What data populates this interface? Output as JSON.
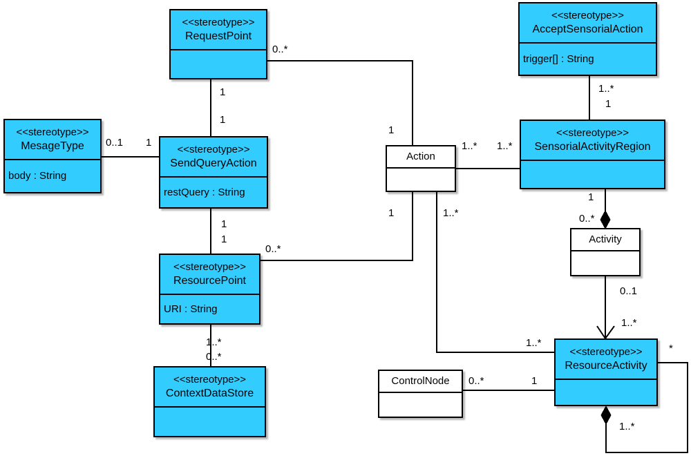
{
  "diagram": {
    "title": "UML class diagram",
    "accent_color": "#33ccff",
    "line_color": "#000000",
    "background": "#ffffff",
    "stereotype_marker": "<<stereotype>>"
  },
  "classes": [
    {
      "id": "request-point",
      "stereotype": "<<stereotype>>",
      "name": "RequestPoint",
      "attribute": "",
      "filled": true
    },
    {
      "id": "accept-sensorial-action",
      "stereotype": "<<stereotype>>",
      "name": "AcceptSensorialAction",
      "attribute": "trigger[] : String",
      "filled": true
    },
    {
      "id": "mesage-type",
      "stereotype": "<<stereotype>>",
      "name": "MesageType",
      "attribute": "body : String",
      "filled": true
    },
    {
      "id": "send-query-action",
      "stereotype": "<<stereotype>>",
      "name": "SendQueryAction",
      "attribute": "restQuery : String",
      "filled": true
    },
    {
      "id": "action",
      "stereotype": "",
      "name": "Action",
      "attribute": "",
      "filled": false
    },
    {
      "id": "sensorial-activity-region",
      "stereotype": "<<stereotype>>",
      "name": "SensorialActivityRegion",
      "attribute": "",
      "filled": true
    },
    {
      "id": "activity",
      "stereotype": "",
      "name": "Activity",
      "attribute": "",
      "filled": false
    },
    {
      "id": "resource-point",
      "stereotype": "<<stereotype>>",
      "name": "ResourcePoint",
      "attribute": "URI : String",
      "filled": true
    },
    {
      "id": "context-data-store",
      "stereotype": "<<stereotype>>",
      "name": "ContextDataStore",
      "attribute": "",
      "filled": true
    },
    {
      "id": "control-node",
      "stereotype": "",
      "name": "ControlNode",
      "attribute": "",
      "filled": false
    },
    {
      "id": "resource-activity",
      "stereotype": "<<stereotype>>",
      "name": "ResourceActivity",
      "attribute": "",
      "filled": true
    }
  ],
  "multiplicities": {
    "request_point_to_action": "0..*",
    "request_point_to_send_query_lower": "1",
    "send_query_to_request_point": "1",
    "mesage_type_end": "0..1",
    "send_query_left_end": "1",
    "send_query_to_resource_point": "1",
    "resource_point_upper": "1",
    "resource_point_to_action": "0..*",
    "action_top_left": "1",
    "action_to_region_left": "1..*",
    "action_to_region_right": "1..*",
    "action_bottom_left": "1",
    "action_bottom_right": "1..*",
    "accept_to_region_upper": "1..*",
    "accept_to_region_lower": "1",
    "region_to_activity_upper": "1",
    "region_to_activity_lower": "0..*",
    "activity_to_resource_activity_upper": "0..1",
    "activity_to_resource_activity_lower": "1..*",
    "action_to_resource_activity": "1..*",
    "resource_point_to_context_upper": "1..*",
    "resource_point_to_context_lower": "0..*",
    "control_node_end": "0..*",
    "resource_activity_control_end": "1",
    "resource_activity_self_star": "*",
    "resource_activity_self_one_many": "1..*"
  }
}
